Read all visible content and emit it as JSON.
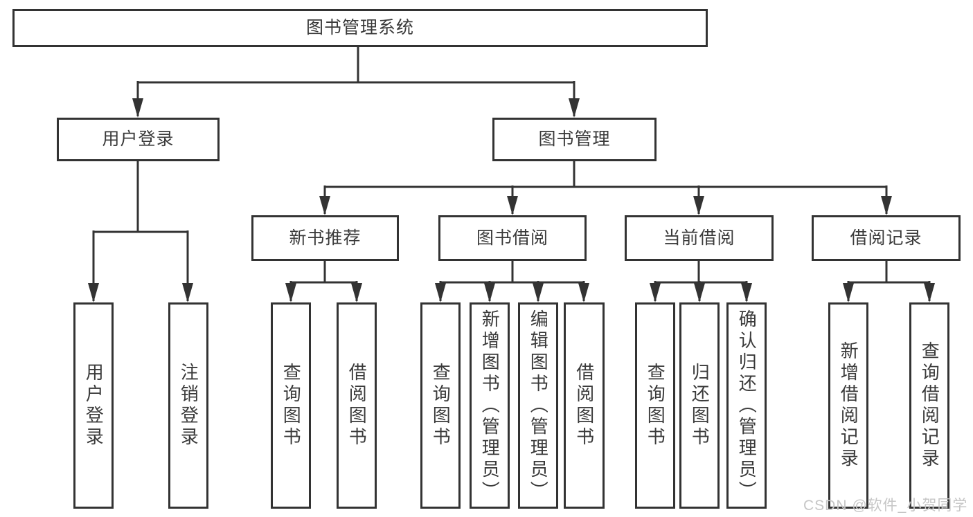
{
  "colors": {
    "line": "#333333",
    "box_border": "#333333",
    "text": "#3a3a3a",
    "watermark": "#c6c6c6",
    "background": "#ffffff"
  },
  "watermark": {
    "text": "CSDN @软件_小贺同学"
  },
  "tree": {
    "root": "图书管理系统",
    "branches": [
      {
        "label": "用户登录",
        "children": [
          "用户登录",
          "注销登录"
        ]
      },
      {
        "label": "图书管理",
        "children": [
          {
            "label": "新书推荐",
            "children": [
              "查询图书",
              "借阅图书"
            ]
          },
          {
            "label": "图书借阅",
            "children": [
              "查询图书",
              "新增图书（管理员）",
              "编辑图书（管理员）",
              "借阅图书"
            ]
          },
          {
            "label": "当前借阅",
            "children": [
              "查询图书",
              "归还图书",
              "确认归还（管理员）"
            ]
          },
          {
            "label": "借阅记录",
            "children": [
              "新增借阅记录",
              "查询借阅记录"
            ]
          }
        ]
      }
    ]
  }
}
